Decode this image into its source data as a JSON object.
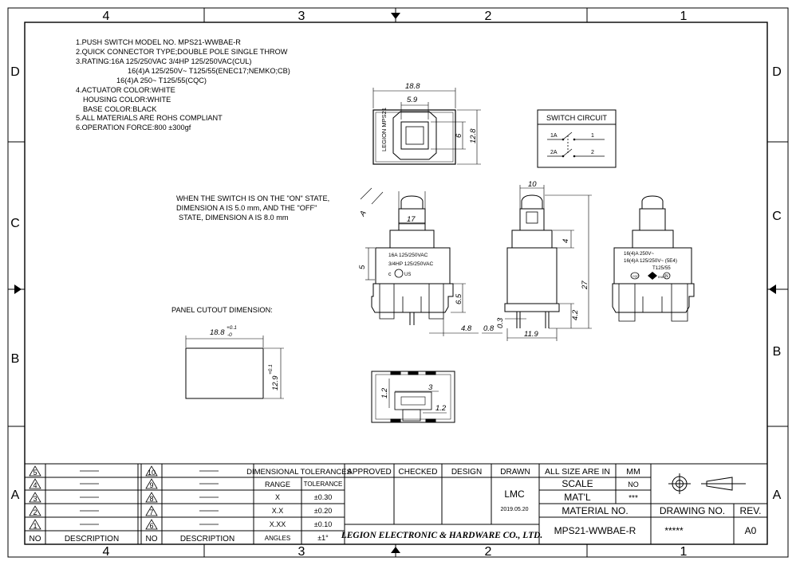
{
  "border": {
    "zones_top": [
      "4",
      "3",
      "2",
      "1"
    ],
    "zones_bottom": [
      "4",
      "3",
      "2",
      "1"
    ],
    "rows_left": [
      "D",
      "C",
      "B",
      "A"
    ],
    "rows_right": [
      "D",
      "C",
      "B",
      "A"
    ]
  },
  "notes": [
    "1.PUSH SWITCH MODEL NO. MPS21-WWBAE-R",
    "2.QUICK CONNECTOR TYPE;DOUBLE POLE SINGLE THROW",
    "3.RATING:16A 125/250VAC 3/4HP 125/250VAC(CUL)",
    "16(4)A 125/250V~ T125/55(ENEC17;NEMKO;CB)",
    "16(4)A 250~ T125/55(CQC)",
    "4.ACTUATOR COLOR:WHITE",
    "HOUSING COLOR:WHITE",
    "BASE COLOR:BLACK",
    "5.ALL MATERIALS ARE ROHS COMPLIANT",
    "6.OPERATION FORCE:800 ±300gf"
  ],
  "state_note": [
    "WHEN THE SWITCH IS ON THE \"ON\" STATE,",
    "DIMENSION A IS 5.0 mm, AND THE \"OFF\"",
    "STATE, DIMENSION A IS 8.0 mm"
  ],
  "panel_cutout": {
    "title": "PANEL CUTOUT DIMENSION:",
    "width_label": "18.8",
    "width_tol_upper": "+0.1",
    "width_tol_lower": "-0",
    "height_label": "12.9",
    "height_tol": "+0.1"
  },
  "top_view": {
    "marking": "LEGION MPS21",
    "dims": {
      "width": "18.8",
      "button": "5.9",
      "height": "12.8",
      "inner": "6"
    }
  },
  "switch_circuit": {
    "title": "SWITCH CIRCUIT",
    "terminals": [
      "1A",
      "1",
      "2A",
      "2"
    ]
  },
  "front_view": {
    "label_a": "A",
    "rating_lines": [
      "16A 125/250VAC",
      "3/4HP 125/250VAC"
    ],
    "cert_mark": "c",
    "cert_suffix": "US",
    "dims": {
      "d17": "17",
      "d5": "5",
      "d65": "6.5",
      "d48": "4.8",
      "d08": "0.8"
    }
  },
  "side_view": {
    "dims": {
      "d10": "10",
      "d4": "4",
      "d27": "27",
      "d42": "4.2",
      "d03": "0.3",
      "d119": "11.9"
    }
  },
  "right_view": {
    "rating_lines": [
      "16(4)A 250V~",
      "16(4)A 125/250V~ (5E4)",
      "T125/55"
    ],
    "cert_marks": [
      "CQC",
      "ENEC",
      "N"
    ]
  },
  "bottom_view": {
    "dims": {
      "d3": "3",
      "d12a": "1.2",
      "d12b": "1.2"
    }
  },
  "title_block": {
    "revisions": [
      {
        "left_no": "5",
        "right_no": "10"
      },
      {
        "left_no": "4",
        "right_no": "9"
      },
      {
        "left_no": "3",
        "right_no": "8"
      },
      {
        "left_no": "2",
        "right_no": "7"
      },
      {
        "left_no": "1",
        "right_no": "6"
      }
    ],
    "col_no": "NO",
    "col_description": "DESCRIPTION",
    "tolerances_title": "DIMENSIONAL TOLERANCES",
    "tol_range_header": "RANGE",
    "tol_header": "TOLERANCE",
    "tolerances": [
      {
        "range": "X",
        "tol": "±0.30"
      },
      {
        "range": "X.X",
        "tol": "±0.20"
      },
      {
        "range": "X.XX",
        "tol": "±0.10"
      },
      {
        "range": "ANGLES",
        "tol": "±1°"
      }
    ],
    "approved": "APPROVED",
    "checked": "CHECKED",
    "design": "DESIGN",
    "drawn": "DRAWN",
    "drawn_by": "LMC",
    "drawn_date": "2019.05.20",
    "company": "LEGION ELECTRONIC & HARDWARE CO., LTD.",
    "size_label": "ALL SIZE ARE IN",
    "size_unit": "MM",
    "scale_label": "SCALE",
    "scale_value": "NO",
    "material_label": "MAT'L",
    "material_value": "***",
    "material_no_label": "MATERIAL NO.",
    "material_no": "MPS21-WWBAE-R",
    "drawing_no_label": "DRAWING NO.",
    "drawing_no": "*****",
    "rev_label": "REV.",
    "rev": "A0"
  }
}
